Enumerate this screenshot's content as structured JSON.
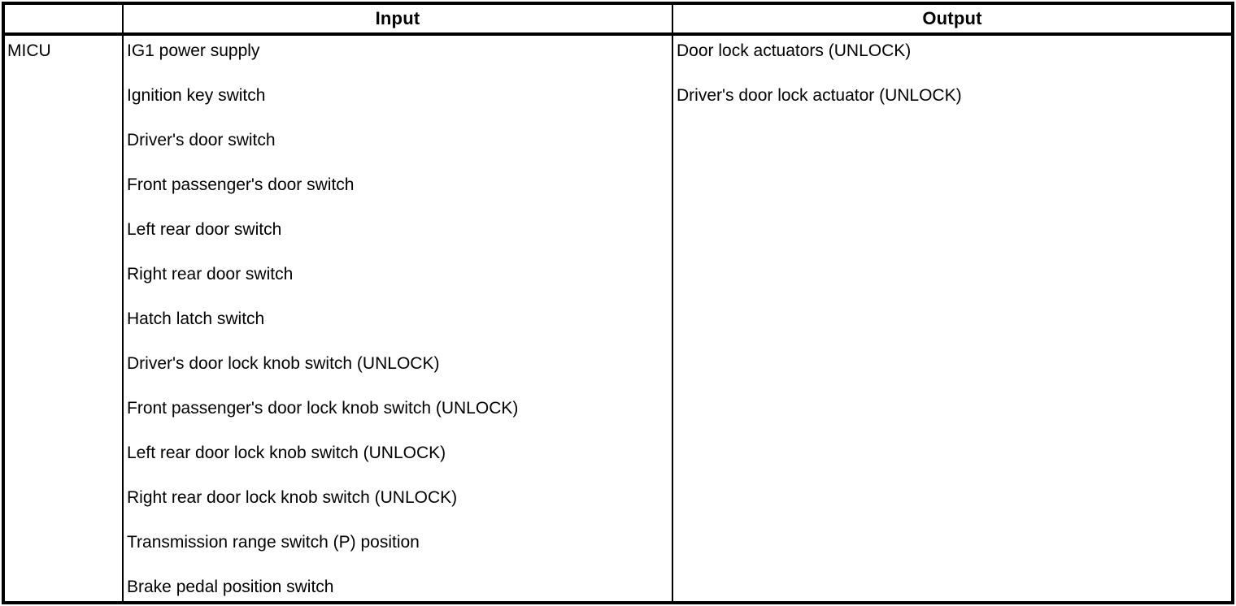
{
  "table": {
    "header": {
      "blank": "",
      "input": "Input",
      "output": "Output"
    },
    "rows": [
      {
        "label": "MICU",
        "inputs": [
          "IG1 power supply",
          "Ignition key switch",
          "Driver's door switch",
          "Front passenger's door switch",
          "Left rear door switch",
          "Right rear door switch",
          "Hatch latch switch",
          "Driver's door lock knob switch (UNLOCK)",
          "Front passenger's door lock knob switch (UNLOCK)",
          "Left rear door lock knob switch (UNLOCK)",
          "Right rear door lock knob switch (UNLOCK)",
          "Transmission range switch (P) position",
          "Brake pedal position switch"
        ],
        "outputs": [
          "Door lock actuators (UNLOCK)",
          "Driver's door lock actuator (UNLOCK)"
        ]
      }
    ],
    "colors": {
      "border": "#000000",
      "text": "#000000",
      "background": "#ffffff"
    }
  }
}
